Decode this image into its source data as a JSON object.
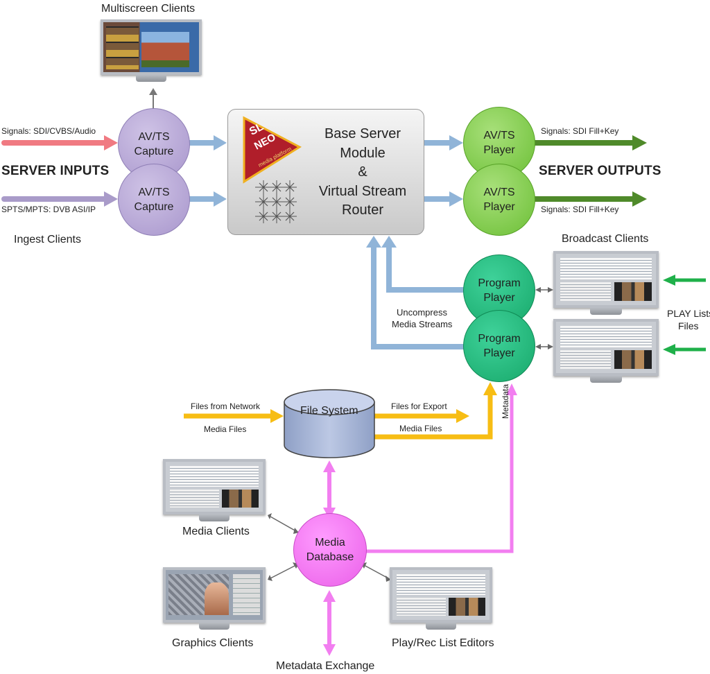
{
  "labels": {
    "multiscreen_clients": "Multiscreen Clients",
    "signals_in_1": "Signals: SDI/CVBS/Audio",
    "server_inputs": "SERVER INPUTS",
    "signals_in_2": "SPTS/MPTS: DVB ASI/IP",
    "ingest_clients": "Ingest Clients",
    "signals_out_1": "Signals: SDI Fill+Key",
    "server_outputs": "SERVER OUTPUTS",
    "signals_out_2": "Signals: SDI Fill+Key",
    "broadcast_clients": "Broadcast  Clients",
    "play_lists": "PLAY Lists",
    "files": "Files",
    "uncompress_1": "Uncompress",
    "uncompress_2": "Media Streams",
    "files_from_network": "Files from Network",
    "media_files_in": "Media Files",
    "files_for_export": "Files for Export",
    "media_files_out": "Media Files",
    "metadata": "Metadata",
    "media_clients": "Media Clients",
    "graphics_clients": "Graphics Clients",
    "play_rec_editors": "Play/Rec List Editors",
    "metadata_exchange": "Metadata Exchange"
  },
  "nodes": {
    "capture_1": [
      "AV/TS",
      "Capture"
    ],
    "capture_2": [
      "AV/TS",
      "Capture"
    ],
    "player_1": [
      "AV/TS",
      "Player"
    ],
    "player_2": [
      "AV/TS",
      "Player"
    ],
    "program_1": [
      "Program",
      "Player"
    ],
    "program_2": [
      "Program",
      "Player"
    ],
    "file_system": "File System",
    "media_database": [
      "Media",
      "Database"
    ]
  },
  "server": {
    "title_lines": [
      "Base Server",
      "Module",
      "&",
      "Virtual Stream",
      "Router"
    ],
    "logo_lines": [
      "SL",
      "NEO",
      "media platform"
    ]
  },
  "colors": {
    "input_signal": "#f07a82",
    "input_ts": "#a99bc9",
    "blue_flow": "#90b4d8",
    "green_flow": "#4f8a2a",
    "bright_green": "#1fb04a",
    "orange_flow": "#f7bd14",
    "magenta_flow": "#f27ef0",
    "logo_red": "#b01e2a"
  }
}
